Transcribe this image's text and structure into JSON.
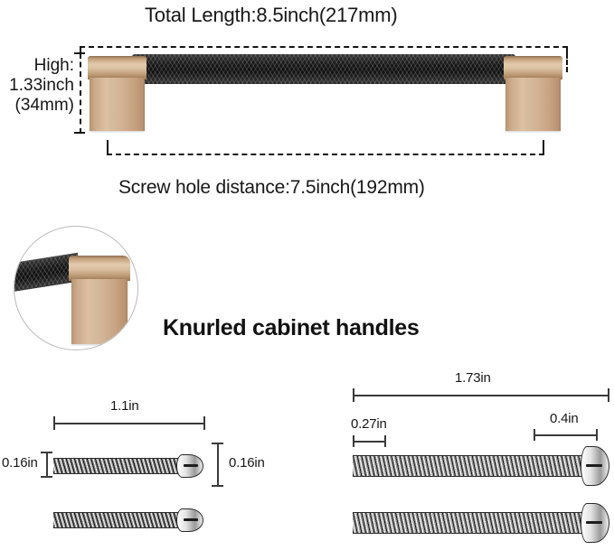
{
  "product": {
    "headline": "Knurled cabinet handles"
  },
  "handle": {
    "total_length_label": "Total Length:8.5inch(217mm)",
    "height_label_line1": "High:",
    "height_label_line2": "1.33inch",
    "height_label_line3": "(34mm)",
    "screw_hole_distance_label": "Screw hole distance:7.5inch(192mm)",
    "colors": {
      "knurled_bar": "#171717",
      "post_gold": "#d2b496",
      "guide_line": "#141414"
    }
  },
  "inset": {
    "name": "knurl-detail-closeup"
  },
  "screws": {
    "left_set": {
      "length_label": "1.1in",
      "diameter_label_left": "0.16in",
      "diameter_label_right": "0.16in",
      "count": 2
    },
    "right_set": {
      "length_label": "1.73in",
      "segment_label_left": "0.27in",
      "segment_label_right": "0.4in",
      "count": 2
    }
  }
}
